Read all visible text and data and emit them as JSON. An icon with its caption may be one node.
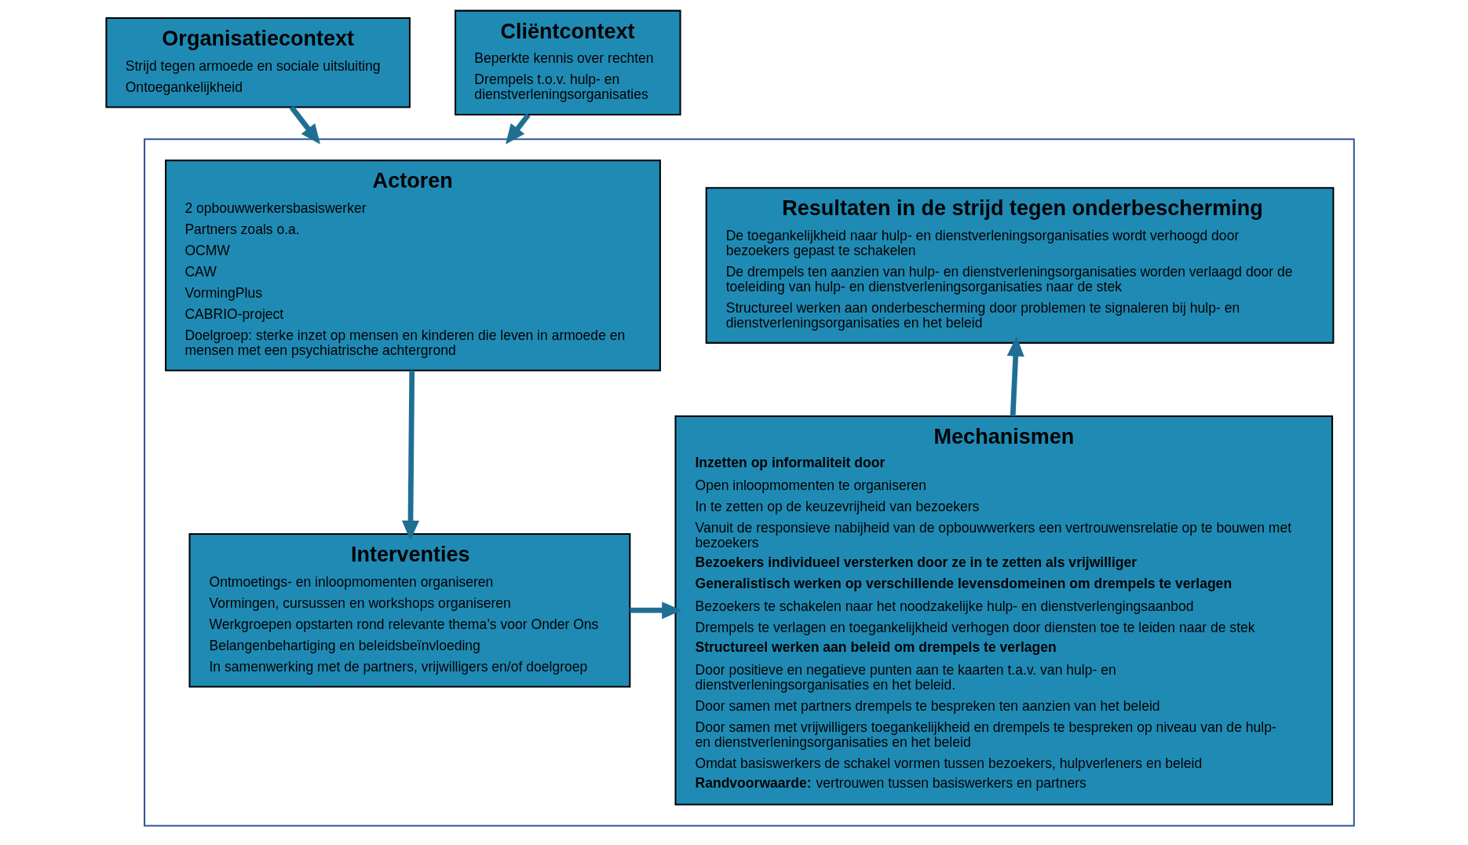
{
  "diagram": {
    "nodes": [
      {
        "text": [
          "Organisatiecontext",
          "Strijd tegen armoede en sociale uitsluiting",
          "Ontoegankelijkheid"
        ]
      },
      {
        "text": [
          "Cliëntcontext",
          "Beperkte kennis over rechten",
          "Drempels t.o.v. hulp- en dienstverleningsorganisaties"
        ]
      },
      {
        "text": [],
        "shape": "box"
      },
      {
        "text": [
          "Actoren",
          "2 opbouwwerkersbasiswerker",
          "Partners zoals o.a.",
          "OCMW",
          "CAW",
          "VormingPlus",
          "CABRIO-project",
          "Doelgroep: sterke inzet op mensen en kinderen die leven in armoede en mensen met een psychiatrische achtergrond"
        ],
        "in": 2
      },
      {
        "text": [
          "Resultaten in de strijd tegen onderbescherming",
          "De toegankelijkheid naar hulp- en dienstverleningsorganisaties wordt verhoogd door bezoekers gepast te schakelen",
          "De drempels ten aanzien van hulp- en dienstverleningsorganisaties worden verlaagd door de toeleiding van hulp- en dienstverleningsorganisaties naar de stek",
          "Structureel werken aan onderbescherming door problemen te signaleren bij hulp- en dienstverleningsorganisaties en het beleid"
        ],
        "in": 2
      },
      {
        "text": [
          "Interventies",
          "Ontmoetings- en inloopmomenten organiseren",
          "Vormingen, cursussen en workshops organiseren",
          "Werkgroepen opstarten rond relevante thema’s voor Onder Ons",
          "Belangenbehartiging en beleidsbeïnvloeding",
          "In samenwerking met de partners, vrijwilligers en/of doelgroep"
        ],
        "in": 2
      },
      {
        "text": [
          "Mechanismen",
          "**Inzetten op informaliteit door**",
          "Open inloopmomenten te organiseren",
          "In te zetten op de keuzevrijheid van bezoekers",
          "Vanuit de responsieve nabijheid van de opbouwwerkers een vertrouwensrelatie op te bouwen met bezoekers",
          "**Bezoekers individueel versterken door ze in te zetten als vrijwilliger**",
          "**Generalistisch werken op verschillende levensdomeinen om drempels te verlagen**",
          "Bezoekers te schakelen naar het noodzakelijke hulp- en dienstverlengingsaanbod",
          "Drempels te verlagen en toegankelijkheid verhogen door diensten toe te leiden naar de stek",
          "**Structureel werken aan beleid om drempels te verlagen**",
          "Door positieve en negatieve punten aan te kaarten t.a.v. van hulp- en dienstverleningsorganisaties en het beleid.",
          "Door samen met partners drempels te bespreken ten aanzien van het beleid",
          "Door samen met vrijwilligers toegankelijkheid en drempels te bespreken op niveau van de hulp- en dienstverleningsorganisaties en het beleid",
          "Omdat basiswerkers de schakel vormen tussen bezoekers, hulpverleners en beleid",
          "**Randvoorwaarde:** vertrouwen tussen basiswerkers en partners"
        ],
        "in": 2
      }
    ],
    "edges": [
      {
        "from": 0,
        "to": 2,
        "arrow": "to"
      },
      {
        "from": 1,
        "to": 2,
        "arrow": "to"
      },
      {
        "from": 3,
        "to": 5,
        "arrow": "to"
      },
      {
        "from": 5,
        "to": 6,
        "arrow": "to"
      },
      {
        "from": 6,
        "to": 4,
        "arrow": "to"
      }
    ]
  }
}
